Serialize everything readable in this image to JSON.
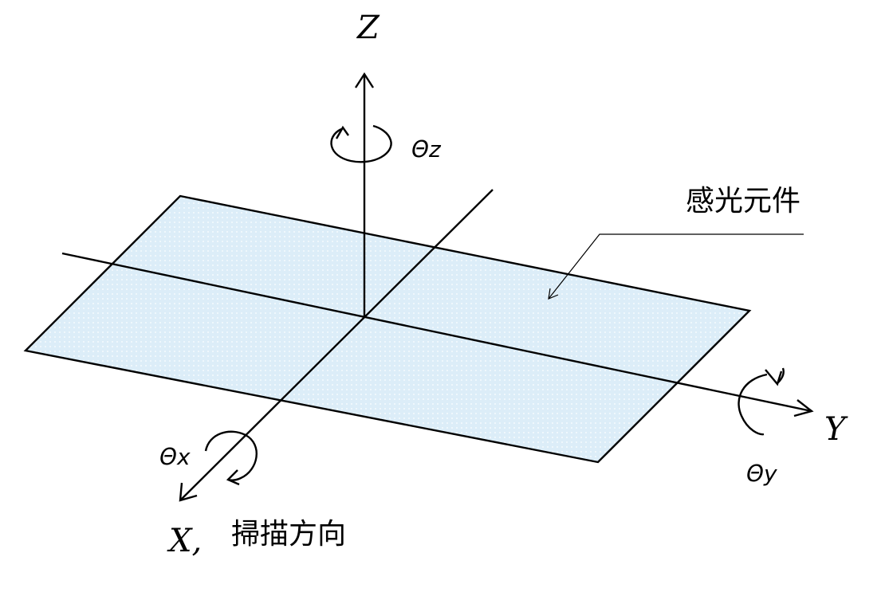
{
  "labels": {
    "z_axis": "Z",
    "y_axis": "Y",
    "x_axis": "X,",
    "theta_z": "Θz",
    "theta_x": "Θx",
    "theta_y": "Θy",
    "element_label": "感光元件",
    "scan_direction": "掃描方向"
  },
  "colors": {
    "plane_fill": "#dcedf8",
    "plane_dot": "#ffffff",
    "stroke": "#000000"
  }
}
